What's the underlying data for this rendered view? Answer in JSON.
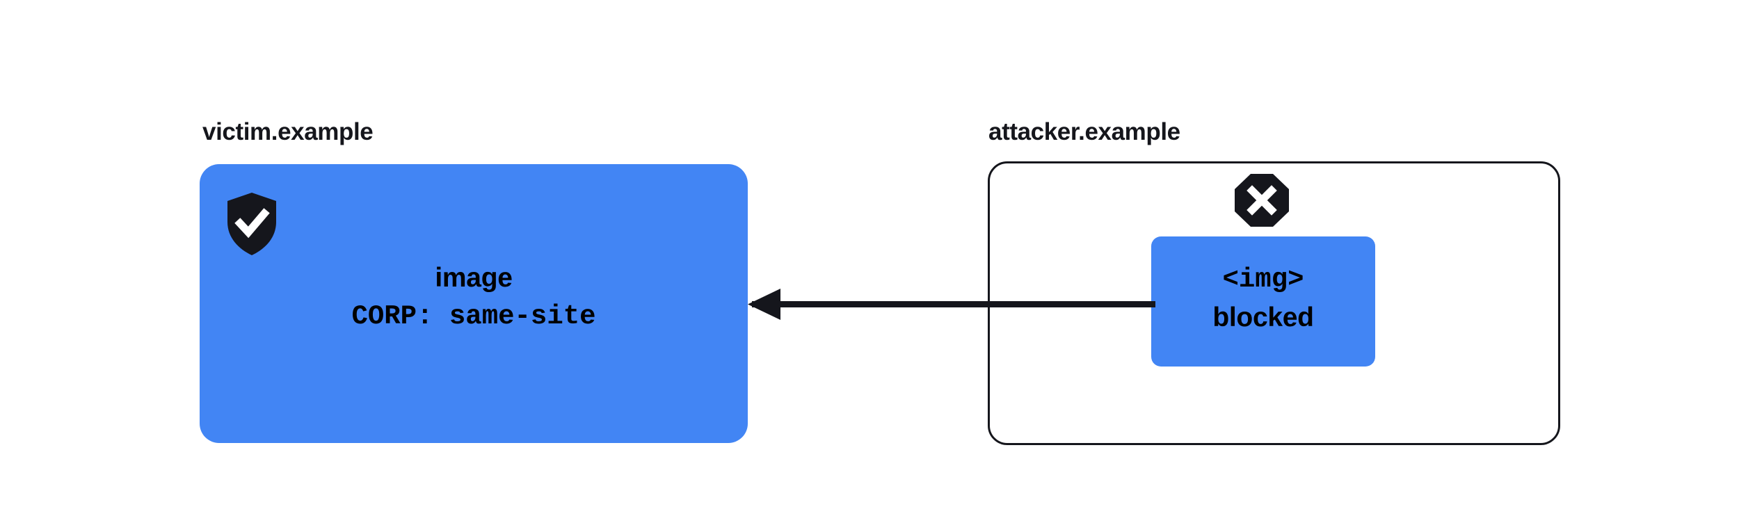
{
  "diagram": {
    "title_left": "victim.example",
    "title_right": "attacker.example",
    "victim": {
      "label": "victim.example",
      "icon": "shield-check-icon",
      "box_color": "#4285f4",
      "line_1": "image",
      "line_2": "CORP: same-site"
    },
    "attacker": {
      "label": "attacker.example",
      "icon": "octagon-x-icon",
      "border_color": "#15161c",
      "resource": {
        "box_color": "#4285f4",
        "line_1": "<img>",
        "line_2": "blocked"
      }
    },
    "arrow": {
      "direction": "right-to-left",
      "color": "#15161c",
      "meaning": "request blocked"
    }
  }
}
